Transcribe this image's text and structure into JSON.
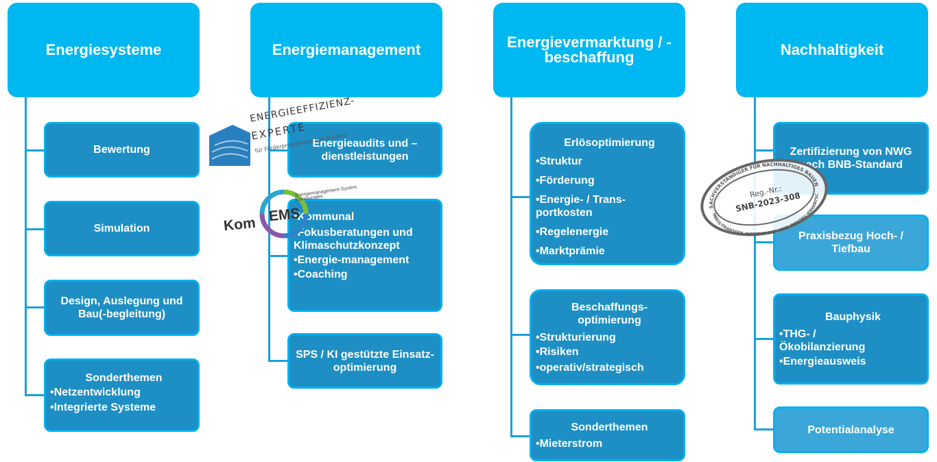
{
  "columns": [
    {
      "heading": "Energiesysteme",
      "items": [
        {
          "title": "Bewertung"
        },
        {
          "title": "Simulation"
        },
        {
          "title": "Design, Auslegung und Bau(-begleitung)"
        },
        {
          "title": "Sonderthemen",
          "bullets": [
            "•Netzentwicklung",
            "•Integrierte Systeme"
          ]
        }
      ]
    },
    {
      "heading": "Energiemanagement",
      "items": [
        {
          "title": "Energieaudits und – dienstleistungen"
        },
        {
          "bullets": [
            "•Kommunal",
            "•Fokusberatungen und Klimaschutzkonzept",
            "•Energie-management",
            "•Coaching"
          ]
        },
        {
          "title": "SPS / KI gestützte Einsatz-optimierung"
        }
      ]
    },
    {
      "heading": "Energievermarktung / -beschaffung",
      "items": [
        {
          "title": "Erlösoptimierung",
          "bullets": [
            "•Struktur",
            "•Förderung",
            "•Energie- / Trans-portkosten",
            "•Regelenergie",
            "•Marktprämie"
          ]
        },
        {
          "title": "Beschaffungs-optimierung",
          "bullets": [
            "•Strukturierung",
            "•Risiken",
            "•operativ/strategisch"
          ]
        },
        {
          "title": "Sonderthemen",
          "bullets": [
            "•Mieterstrom"
          ]
        }
      ]
    },
    {
      "heading": "Nachhaltigkeit",
      "items": [
        {
          "title": "Zertifizierung von NWG nach BNB-Standard"
        },
        {
          "title": "Praxisbezug Hoch- / Tiefbau"
        },
        {
          "title": "Bauphysik",
          "bullets": [
            "•THG- / Ökobilanzierung",
            "•Energieausweis"
          ]
        },
        {
          "title": "Potentialanalyse"
        }
      ]
    }
  ],
  "logos": {
    "energieeffizienz": {
      "line1": "ENERGIEEFFIZIENZ-",
      "line2": "EXPERTE",
      "line3": "für Förderprogramme des Bundes"
    },
    "komems": {
      "kom": "Kom",
      "ems": "EMS",
      "sub1": "Kommunales",
      "sub2": "Energiemanagement-System"
    },
    "seal": {
      "ring_top": "SACHVERSTÄNDIGER FÜR NACHHALTIGES BAUEN",
      "ring_bottom": "STEINBEIS-TRANSFER-INSTITUT BAU- UND IMMOBILIENWIRTSCHAFT",
      "reg_label": "Reg.-Nr.:",
      "reg_number": "SNB-2023-308"
    }
  },
  "colors": {
    "header": "#00b8f1",
    "box": "#1d8fc4",
    "box_light": "#3ba7d8",
    "border": "#00b0f0",
    "line": "#1aa0dc"
  }
}
